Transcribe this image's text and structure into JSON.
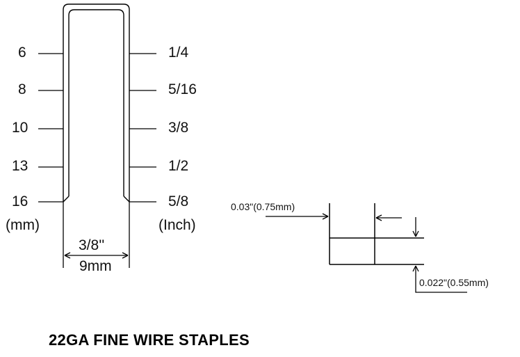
{
  "length_scale": {
    "mm_labels": [
      "6",
      "8",
      "10",
      "13",
      "16"
    ],
    "mm_unit": "(mm)",
    "inch_labels": [
      "1/4",
      "5/16",
      "3/8",
      "1/2",
      "5/8"
    ],
    "inch_unit": "(Inch)"
  },
  "crown_width": {
    "inch": "3/8''",
    "mm": "9mm"
  },
  "wire_detail": {
    "thickness_label": "0.03\"(0.75mm)",
    "width_label": "0.022\"(0.55mm)"
  },
  "title": "22GA FINE WIRE STAPLES"
}
